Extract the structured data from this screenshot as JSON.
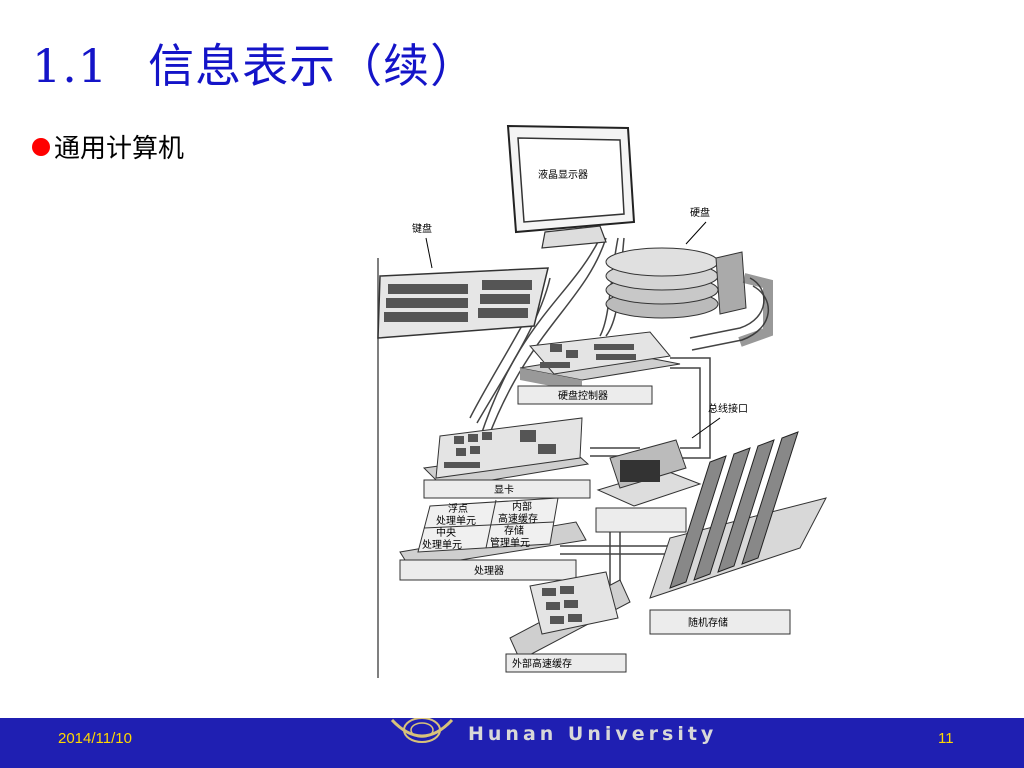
{
  "slide": {
    "title_number": "1.1",
    "title_text": "信息表示（续）",
    "bullet": "通用计算机"
  },
  "diagram": {
    "labels": {
      "lcd_monitor": "液晶显示器",
      "keyboard": "键盘",
      "hard_disk": "硬盘",
      "disk_controller": "硬盘控制器",
      "bus_interface": "总线接口",
      "graphics_card": "显卡",
      "fpu_line1": "浮点",
      "fpu_line2": "处理单元",
      "internal_cache_line1": "内部",
      "internal_cache_line2": "高速缓存",
      "cpu_line1": "中央",
      "cpu_line2": "处理单元",
      "mmu_line1": "存储",
      "mmu_line2": "管理单元",
      "processor": "处理器",
      "ram": "随机存储",
      "external_cache": "外部高速缓存"
    }
  },
  "footer": {
    "date": "2014/11/10",
    "university": "Hunan University",
    "page_number": "11"
  },
  "colors": {
    "title": "#1414c8",
    "bullet_dot": "#ff0000",
    "footer_bg": "#1f1fb2",
    "footer_text": "#ffd700"
  }
}
